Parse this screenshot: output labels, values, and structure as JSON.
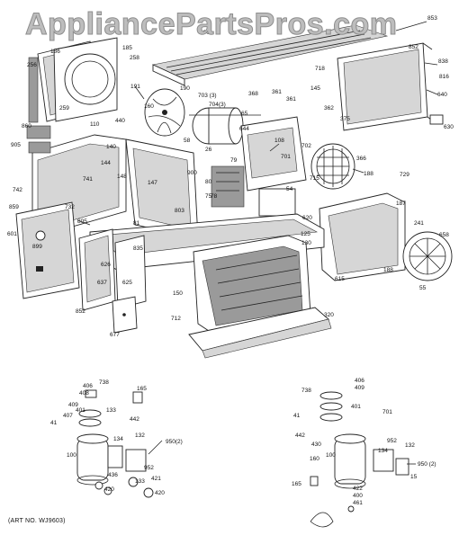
{
  "watermark": "AppliancePartsPros.com",
  "art_number": "(ART NO. WJ9603)",
  "labels": {
    "l853": "853",
    "l290": "290",
    "l852": "852",
    "l838": "838",
    "l816": "816",
    "l640": "640",
    "l630": "630",
    "l186": "186",
    "l185": "185",
    "l258": "258",
    "l256": "256",
    "l259": "259",
    "l718": "718",
    "l368": "368",
    "l361": "361",
    "l145": "145",
    "l362": "362",
    "l375": "375",
    "l191": "191",
    "l190": "190",
    "l703": "703 (3)",
    "l704": "704(3)",
    "l65": "65",
    "l860": "860",
    "l440": "440",
    "l110": "110",
    "l905": "905",
    "l160": "160",
    "l58": "58",
    "l26": "26",
    "l644": "644",
    "l140": "140",
    "l108": "108",
    "l702": "702",
    "l701": "701",
    "l366": "366",
    "l144": "144",
    "l742": "742",
    "l741": "741",
    "l900": "900",
    "l188": "188",
    "l148": "148",
    "l147": "147",
    "l80": "80",
    "l79": "79",
    "l78": "78",
    "l729": "729",
    "l187": "187",
    "l241": "241",
    "l658": "658",
    "l55": "55",
    "l859": "859",
    "l732": "732",
    "l805": "805",
    "l75": "75",
    "l54": "54",
    "l715": "715",
    "l620": "620",
    "l803": "803",
    "l81": "81",
    "l601": "601",
    "l899": "899",
    "l125": "125",
    "l626": "626",
    "l835": "835",
    "l130": "130",
    "l615": "615",
    "l625": "625",
    "l637": "637",
    "l852b": "852",
    "l150": "150",
    "l677": "677",
    "l712": "712",
    "l320": "320",
    "l406": "406",
    "l408": "408",
    "l738": "738",
    "l165": "165",
    "l409": "409",
    "l401": "401",
    "l407": "407",
    "l442": "442",
    "l133": "133",
    "l41": "41",
    "l132": "132",
    "l950": "950(2)",
    "l100": "100",
    "l134": "134",
    "l952": "952",
    "l436": "436",
    "l421": "421",
    "l420": "420",
    "l406b": "406",
    "l738b": "738",
    "l401b": "401",
    "l409b": "409",
    "l701b": "701",
    "l41b": "41",
    "l442b": "442",
    "l430": "430",
    "l952b": "952",
    "l132b": "132",
    "l950b": "950 (2)",
    "l160b": "160",
    "l134b": "134",
    "l100b": "100",
    "l165b": "165",
    "l15": "15",
    "l422": "422",
    "l400": "400",
    "l461": "461"
  }
}
